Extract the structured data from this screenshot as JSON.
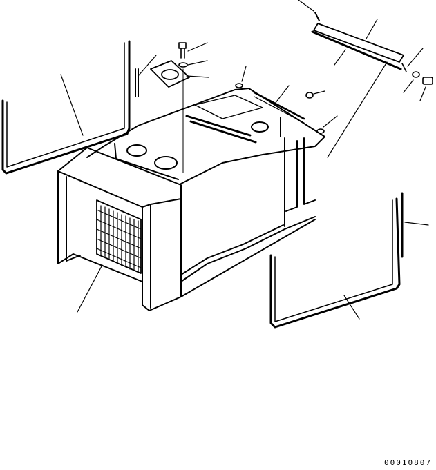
{
  "diagram": {
    "reference_code": "00010807",
    "colors": {
      "line": "#000000",
      "background": "#ffffff"
    },
    "parts": [
      "hood-cover",
      "left-seal-strip",
      "right-seal-strip",
      "hinge-bar",
      "hinge-seal",
      "bolt",
      "washer",
      "gasket-plate",
      "grommets",
      "radiator-grille"
    ]
  }
}
